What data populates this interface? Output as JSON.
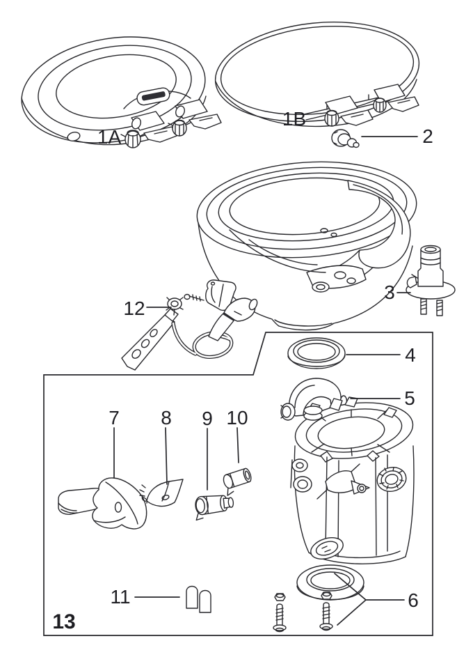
{
  "labels": {
    "part_1a": "1A",
    "part_1b": "1B",
    "part_2": "2",
    "part_3": "3",
    "part_4": "4",
    "part_5": "5",
    "part_6": "6",
    "part_7": "7",
    "part_8": "8",
    "part_9": "9",
    "part_10": "10",
    "part_11": "11",
    "part_12": "12",
    "part_13": "13"
  },
  "colors": {
    "line": "#26262a",
    "background": "#ffffff",
    "label_text": "#1d1d22",
    "grip_fill": "#2e2e33"
  }
}
